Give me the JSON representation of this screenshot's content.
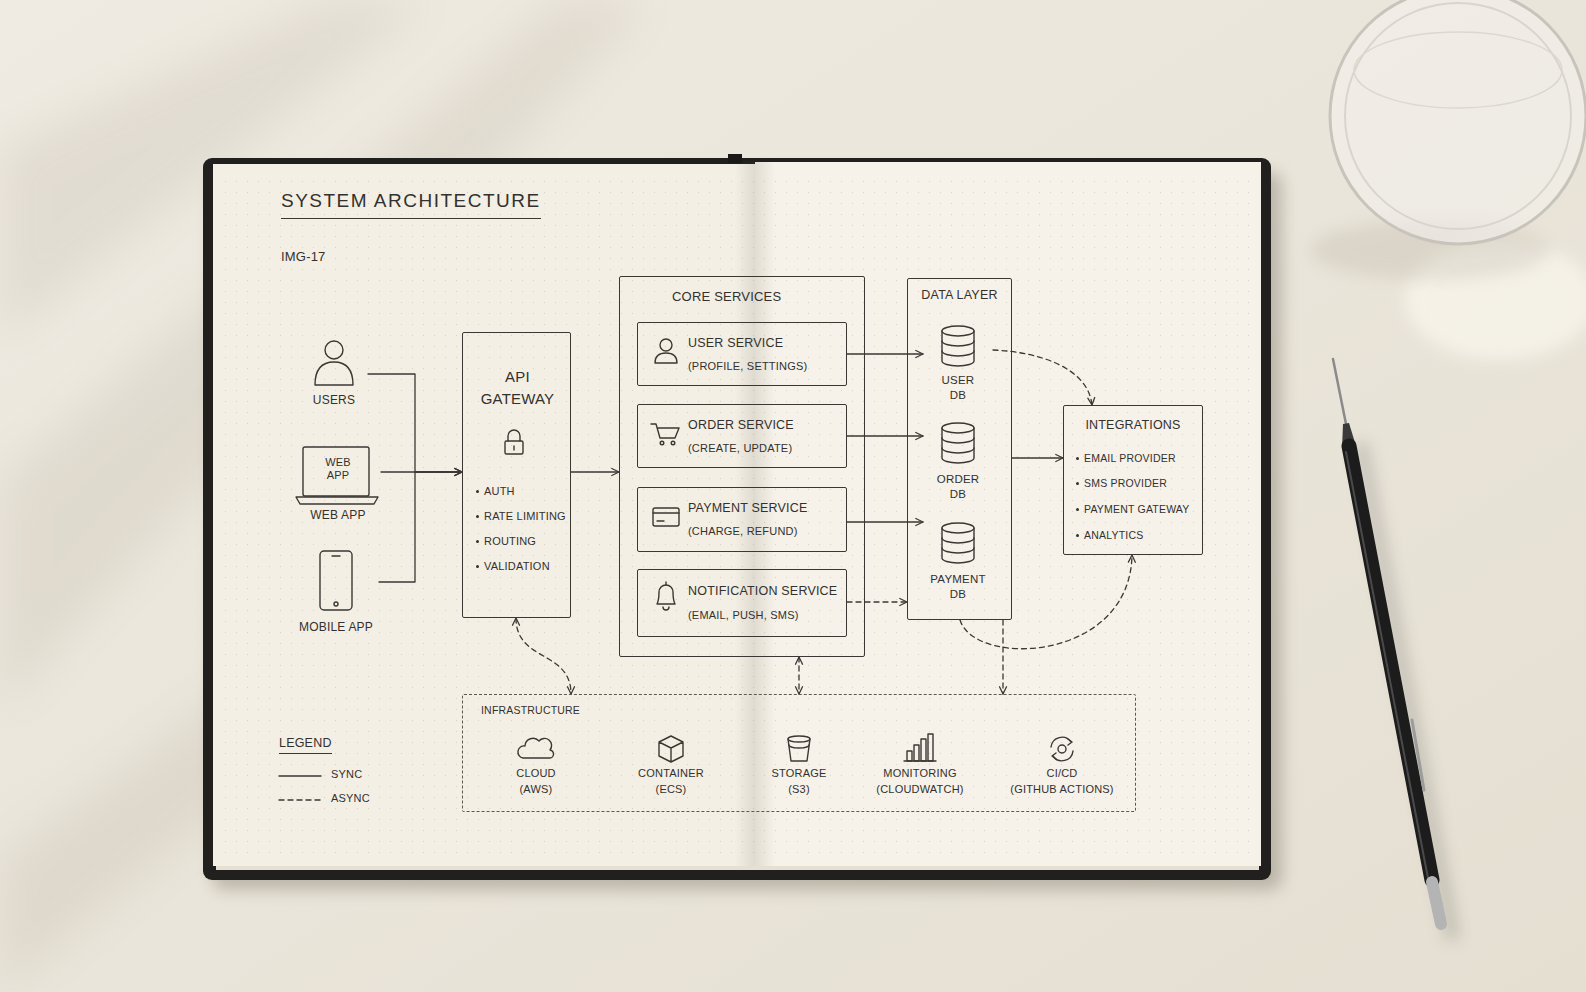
{
  "diagram": {
    "title": "SYSTEM ARCHITECTURE",
    "nodes": [
      {
        "text": [
          "USERS"
        ]
      },
      {
        "text": [
          "WEB APP",
          "WEB APP"
        ]
      },
      {
        "text": [
          "MOBILE APP"
        ]
      },
      {
        "text": [
          "API GATEWAY",
          "AUTH",
          "RATE LIMITING",
          "ROUTING",
          "VALIDATION"
        ]
      },
      {
        "text": [
          "CORE SERVICES"
        ]
      },
      {
        "text": [
          "USER SERVICE",
          "(PROFILE, SETTINGS)"
        ],
        "in": 4
      },
      {
        "text": [
          "ORDER SERVICE",
          "(CREATE, UPDATE)"
        ],
        "in": 4
      },
      {
        "text": [
          "PAYMENT SERVICE",
          "(CHARGE, REFUND)"
        ],
        "in": 4
      },
      {
        "text": [
          "NOTIFICATION SERVICE",
          "(EMAIL, PUSH, SMS)"
        ],
        "in": 4
      },
      {
        "text": [
          "DATA LAYER"
        ]
      },
      {
        "text": [
          "USER DB"
        ],
        "in": 9
      },
      {
        "text": [
          "ORDER DB"
        ],
        "in": 9
      },
      {
        "text": [
          "PAYMENT DB"
        ],
        "in": 9
      },
      {
        "text": [
          "INTEGRATIONS",
          "EMAIL PROVIDER",
          "SMS PROVIDER",
          "PAYMENT GATEWAY",
          "ANALYTICS"
        ]
      },
      {
        "text": [
          "INFRASTRUCTURE"
        ]
      },
      {
        "text": [
          "CLOUD",
          "(AWS)"
        ],
        "in": 14
      },
      {
        "text": [
          "CONTAINER",
          "(ECS)"
        ],
        "in": 14
      },
      {
        "text": [
          "STORAGE",
          "(S3)"
        ],
        "in": 14
      },
      {
        "text": [
          "MONITORING",
          "(CLOUDWATCH)"
        ],
        "in": 14
      },
      {
        "text": [
          "CI/CD",
          "(GITHUB ACTIONS)"
        ],
        "in": 14
      }
    ],
    "edges": [
      {
        "from": 0,
        "to": 3,
        "arrow": "to"
      },
      {
        "from": 1,
        "to": 3,
        "arrow": "to"
      },
      {
        "from": 2,
        "to": 3,
        "arrow": "to"
      },
      {
        "from": 3,
        "to": 4,
        "arrow": "to"
      },
      {
        "from": 5,
        "to": 10,
        "arrow": "to"
      },
      {
        "from": 6,
        "to": 11,
        "arrow": "to"
      },
      {
        "from": 7,
        "to": 12,
        "arrow": "to"
      },
      {
        "from": 8,
        "to": 9,
        "arrow": "to"
      },
      {
        "from": 9,
        "to": 13,
        "arrow": "to"
      },
      {
        "from": 10,
        "to": 13,
        "arrow": "to"
      },
      {
        "from": 9,
        "to": 13,
        "arrow": "to"
      },
      {
        "from": 3,
        "to": 14,
        "arrow": "both"
      },
      {
        "from": 4,
        "to": 14,
        "arrow": "both"
      },
      {
        "from": 9,
        "to": 14,
        "arrow": "to"
      }
    ],
    "labels": [
      "IMG-17",
      "LEGEND"
    ],
    "legend": [
      {
        "text": "SYNC"
      },
      {
        "text": "ASYNC"
      }
    ]
  }
}
